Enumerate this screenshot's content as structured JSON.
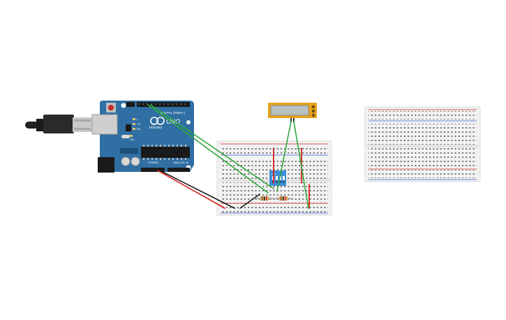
{
  "arduino": {
    "brand": "ARDUINO",
    "model": "UNO",
    "digital_label": "DIGITAL (PWM~)",
    "power_label": "POWER",
    "analog_label": "ANALOG IN",
    "tx_label": "TX",
    "rx_label": "RX",
    "l_label": "L",
    "on_label": "ON"
  },
  "dip_switch": {
    "label": "ON"
  },
  "colors": {
    "board_blue": "#2f6fa3",
    "breadboard": "#f2f2f2",
    "wire_green": "#2fa83a",
    "wire_red": "#d8201c",
    "wire_black": "#1a1a1a",
    "lcd_frame": "#e8a11a",
    "lcd_screen": "#b8c0c0",
    "dip_blue": "#3d8ed8"
  },
  "icons": {
    "usb": "usb-cable-icon",
    "reset": "reset-button-icon",
    "power_jack": "dc-jack-icon"
  }
}
